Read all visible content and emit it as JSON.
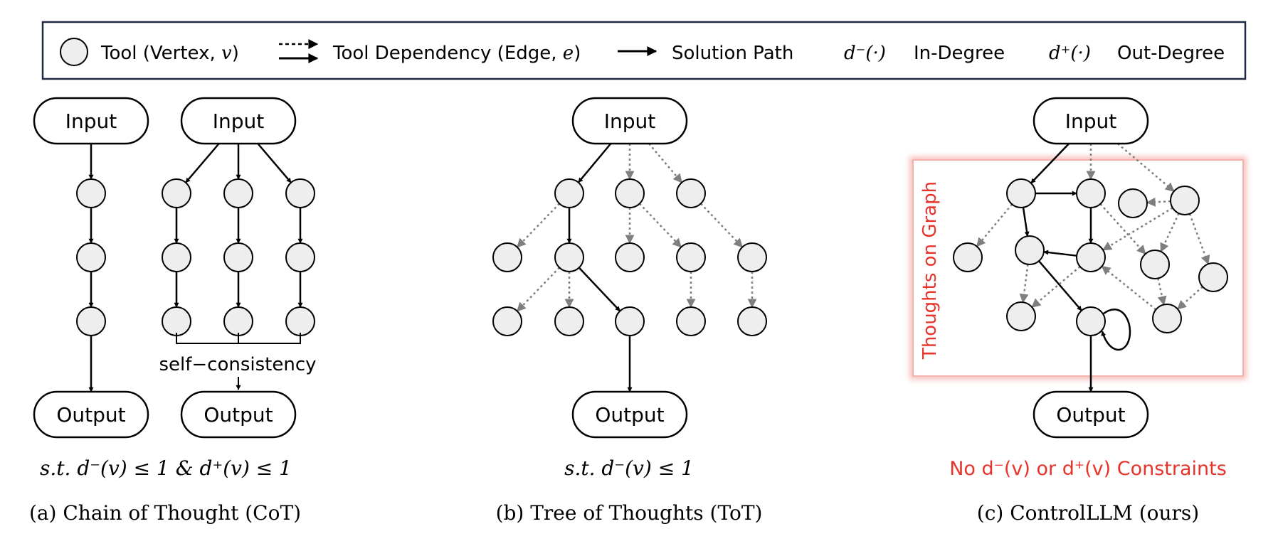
{
  "legend": {
    "tool_label": "Tool (Vertex, ",
    "tool_var": "v",
    "tool_close": ")",
    "dependency_label": "Tool Dependency (Edge, ",
    "dependency_var": "e",
    "dependency_close": ")",
    "solution_label": "Solution Path",
    "indegree_symbol": "d⁻(·)",
    "indegree_label": "In-Degree",
    "outdegree_symbol": "d⁺(·)",
    "outdegree_label": "Out-Degree"
  },
  "panels": {
    "cot": {
      "input_label": "Input",
      "input2_label": "Input",
      "output_label": "Output",
      "output2_label": "Output",
      "self_consistency": "self−consistency",
      "constraint": "s.t.  d⁻(v) ≤ 1  &  d⁺(v) ≤ 1",
      "caption": "(a) Chain of Thought (CoT)"
    },
    "tot": {
      "input_label": "Input",
      "output_label": "Output",
      "constraint": "s.t.  d⁻(v) ≤ 1",
      "caption": "(b) Tree of Thoughts (ToT)"
    },
    "controlllm": {
      "input_label": "Input",
      "output_label": "Output",
      "graph_box_label": "Thoughts on Graph",
      "constraint": "No d⁻(v) or d⁺(v) Constraints",
      "caption": "(c) ControlLLM (ours)"
    }
  },
  "colors": {
    "node_fill": "#eeeeee",
    "stroke": "#000000",
    "dotted_edge": "#7f7f7f",
    "accent_red": "#e8332a",
    "glow": "#f2a7a3"
  }
}
